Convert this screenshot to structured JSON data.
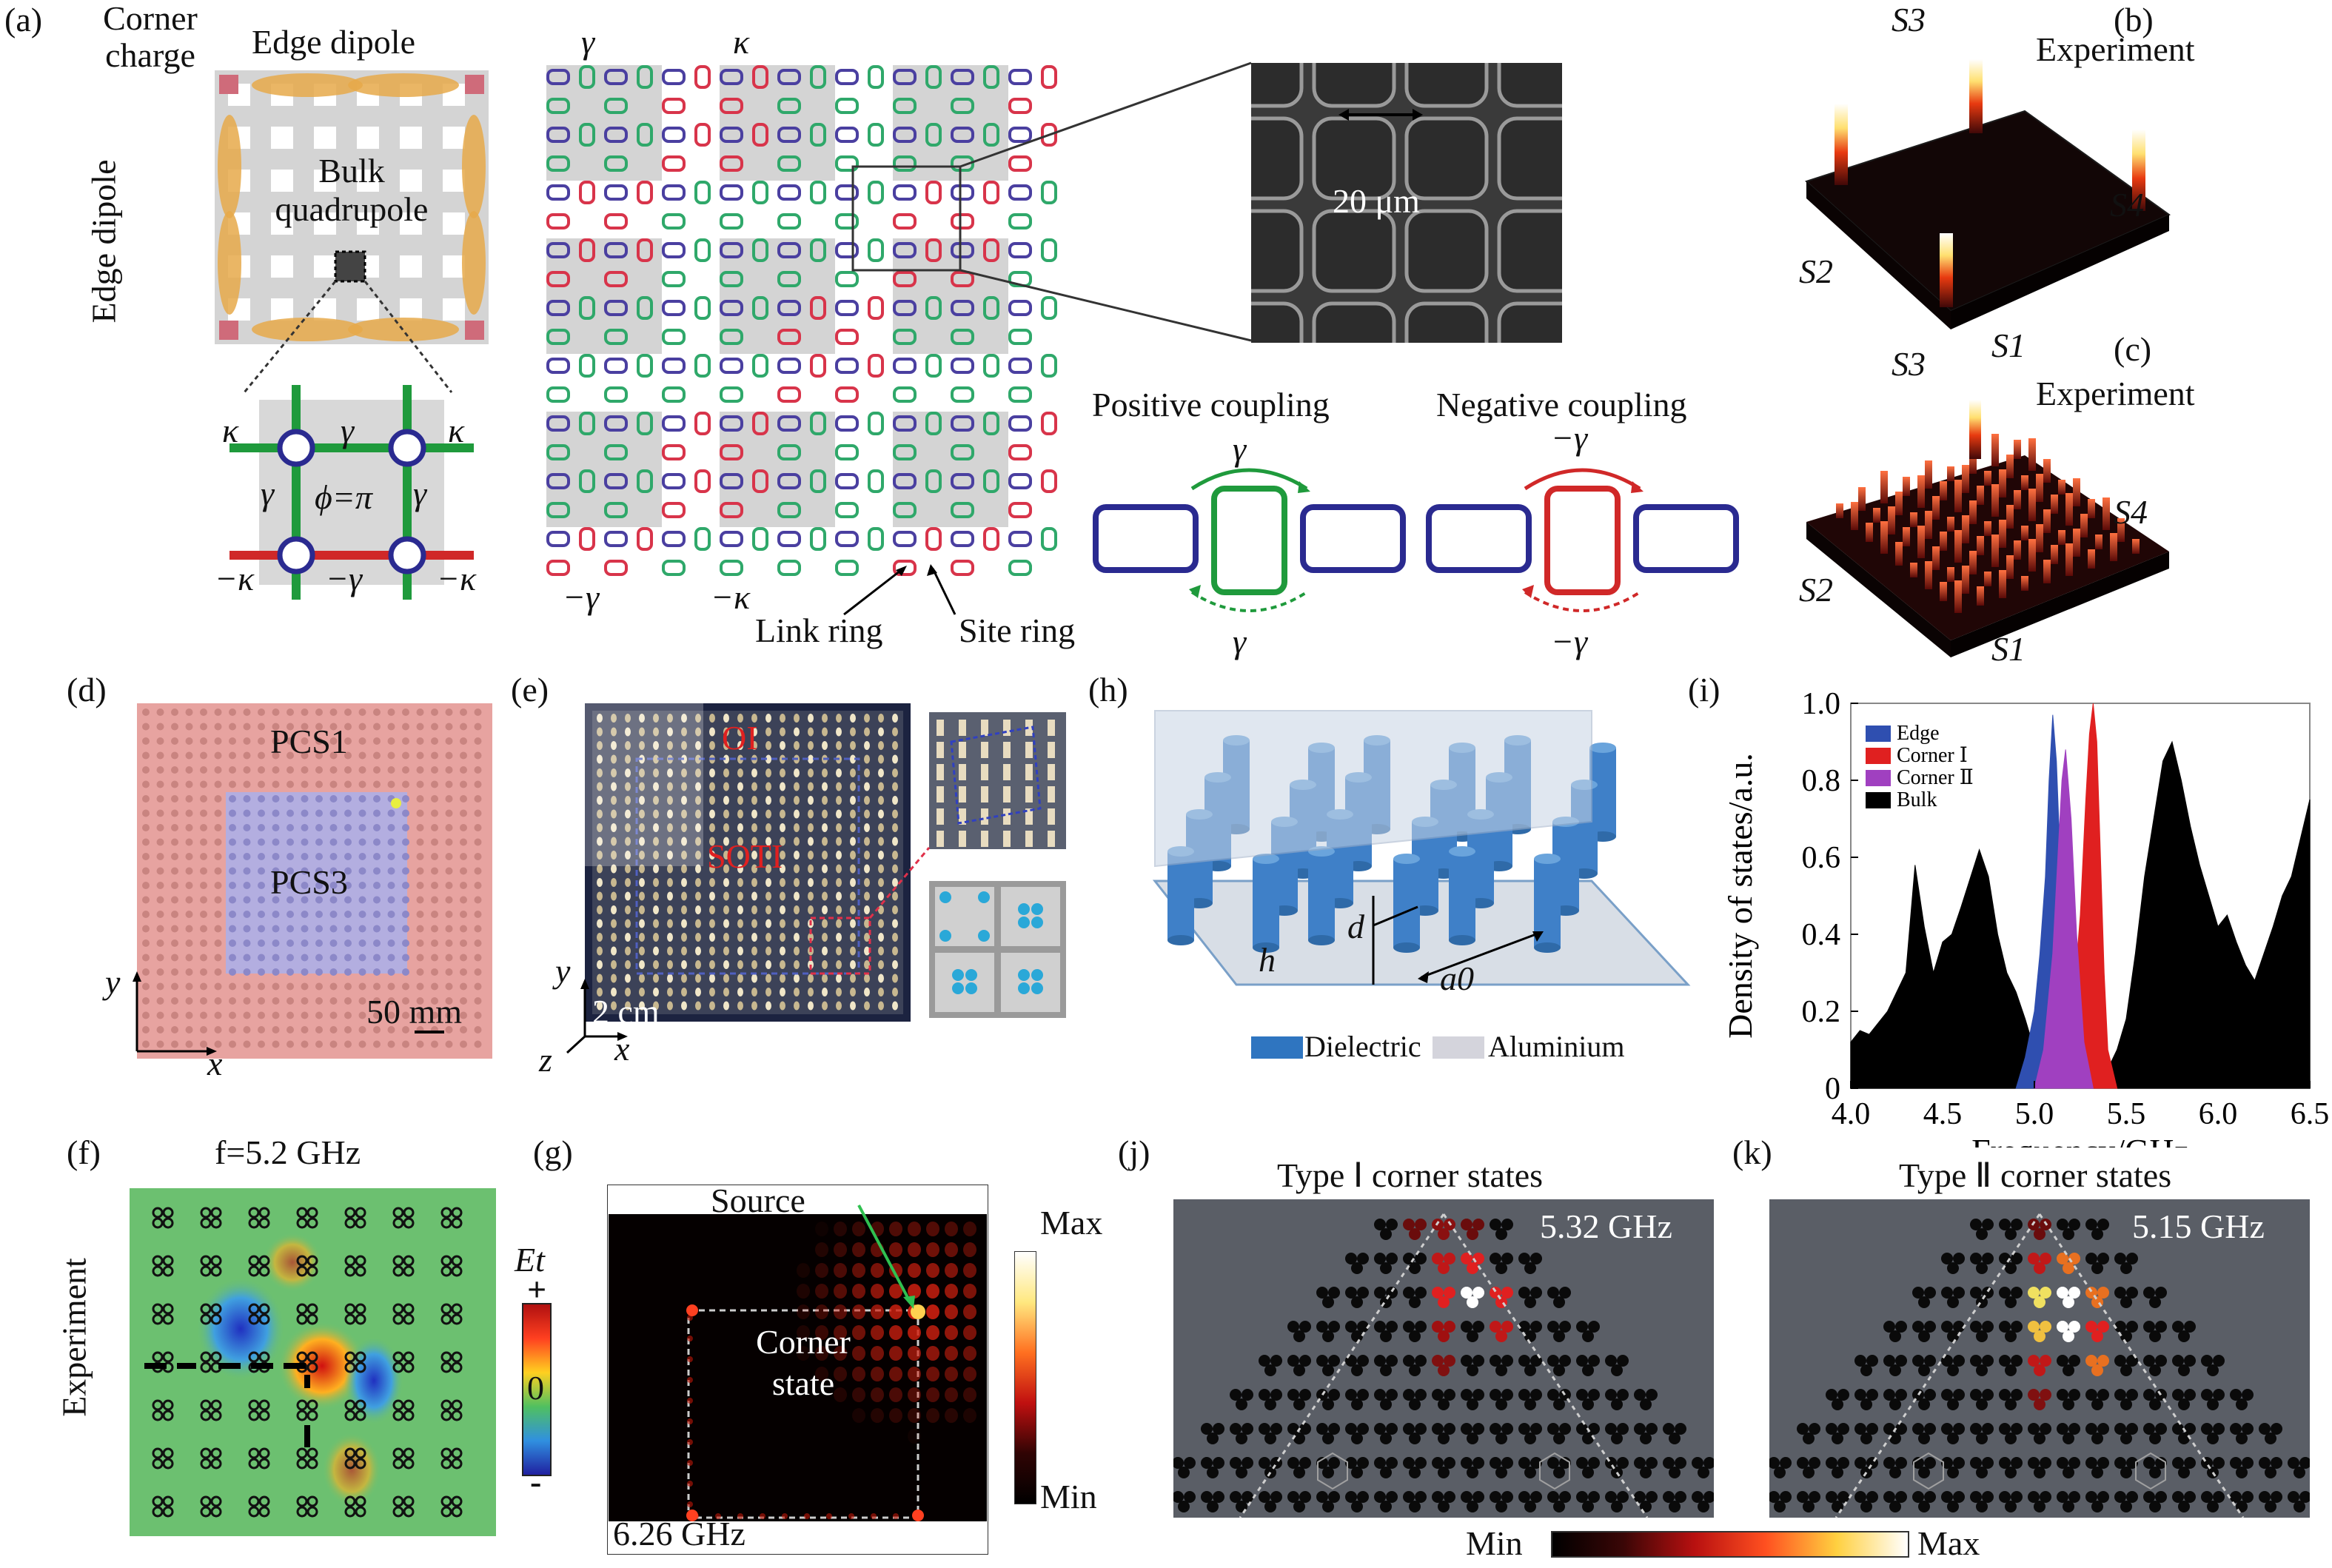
{
  "labels": {
    "a": "(a)",
    "b": "(b)",
    "c": "(c)",
    "d": "(d)",
    "e": "(e)",
    "f": "(f)",
    "g": "(g)",
    "h": "(h)",
    "i": "(i)",
    "j": "(j)",
    "k": "(k)"
  },
  "panel_a": {
    "corner_charge": "Corner charge",
    "edge_dipole_top": "Edge dipole",
    "edge_dipole_left": "Edge dipole",
    "bulk": "Bulk quadrupole",
    "kappa": "κ",
    "gamma": "γ",
    "phi": "ϕ=π",
    "neg_kappa": "−κ",
    "neg_gamma": "−γ",
    "scale": "20 μm",
    "link_ring": "Link ring",
    "site_ring": "Site ring",
    "positive_coupling": "Positive coupling",
    "negative_coupling": "Negative coupling"
  },
  "panel_b": {
    "title": "Experiment",
    "s1": "S1",
    "s2": "S2",
    "s3": "S3",
    "s4": "S4"
  },
  "panel_c": {
    "title": "Experiment",
    "s1": "S1",
    "s2": "S2",
    "s3": "S3",
    "s4": "S4"
  },
  "panel_d": {
    "pcs1": "PCS1",
    "pcs3": "PCS3",
    "scale": "50 mm",
    "x": "x",
    "y": "y"
  },
  "panel_e": {
    "oi": "OI",
    "soti": "SOTI",
    "scale": "2 cm",
    "x": "x",
    "y": "y",
    "z": "z"
  },
  "panel_f": {
    "title": "f=5.2 GHz",
    "side": "Experiment",
    "field": "Et",
    "plus": "+",
    "zero": "0",
    "minus": "-"
  },
  "panel_g": {
    "source": "Source",
    "corner": "Corner state",
    "freq": "6.26 GHz",
    "max": "Max",
    "min": "Min"
  },
  "panel_h": {
    "d": "d",
    "h": "h",
    "a0": "a0",
    "dielectric": "Dielectric",
    "aluminium": "Aluminium"
  },
  "panel_j": {
    "title": "Type Ⅰ corner states",
    "freq": "5.32 GHz"
  },
  "panel_k": {
    "title": "Type Ⅱ corner states",
    "freq": "5.15 GHz"
  },
  "colorbar_bottom": {
    "min": "Min",
    "max": "Max"
  },
  "chart_data": {
    "type": "area",
    "xlabel": "Frequency/GHz",
    "ylabel": "Density of states/a.u.",
    "xlim": [
      4.0,
      6.5
    ],
    "ylim": [
      0,
      1.0
    ],
    "xticks": [
      "4.0",
      "4.5",
      "5.0",
      "5.5",
      "6.0",
      "6.5"
    ],
    "yticks": [
      "0",
      "0.2",
      "0.4",
      "0.6",
      "0.8",
      "1.0"
    ],
    "legend_position": "top-left",
    "series": [
      {
        "name": "Edge",
        "color": "#2f4fb0",
        "x": [
          4.9,
          4.95,
          5.0,
          5.03,
          5.06,
          5.08,
          5.1,
          5.12,
          5.14,
          5.16,
          5.18,
          5.2
        ],
        "y": [
          0.0,
          0.08,
          0.2,
          0.35,
          0.55,
          0.8,
          0.97,
          0.85,
          0.6,
          0.35,
          0.12,
          0.0
        ]
      },
      {
        "name": "Corner Ⅰ",
        "color": "#e02020",
        "x": [
          5.15,
          5.2,
          5.25,
          5.28,
          5.3,
          5.32,
          5.34,
          5.36,
          5.38,
          5.4,
          5.45
        ],
        "y": [
          0.0,
          0.15,
          0.45,
          0.75,
          0.92,
          1.0,
          0.9,
          0.6,
          0.3,
          0.1,
          0.0
        ]
      },
      {
        "name": "Corner Ⅱ",
        "color": "#a040c0",
        "x": [
          5.0,
          5.05,
          5.1,
          5.13,
          5.15,
          5.17,
          5.2,
          5.23,
          5.27,
          5.32
        ],
        "y": [
          0.0,
          0.1,
          0.35,
          0.62,
          0.8,
          0.88,
          0.7,
          0.4,
          0.12,
          0.0
        ]
      },
      {
        "name": "Bulk",
        "color": "#000000",
        "x": [
          4.0,
          4.05,
          4.1,
          4.2,
          4.3,
          4.35,
          4.4,
          4.45,
          4.5,
          4.55,
          4.6,
          4.7,
          4.75,
          4.8,
          4.85,
          4.9,
          4.95,
          5.0,
          5.05,
          5.1,
          5.2,
          5.3,
          5.4,
          5.45,
          5.5,
          5.55,
          5.6,
          5.65,
          5.7,
          5.75,
          5.8,
          5.85,
          5.9,
          5.95,
          6.0,
          6.05,
          6.1,
          6.15,
          6.2,
          6.25,
          6.3,
          6.35,
          6.4,
          6.45,
          6.5
        ],
        "y": [
          0.12,
          0.15,
          0.14,
          0.2,
          0.3,
          0.58,
          0.42,
          0.3,
          0.38,
          0.4,
          0.47,
          0.62,
          0.55,
          0.4,
          0.3,
          0.25,
          0.18,
          0.1,
          0.05,
          0.02,
          0.01,
          0.02,
          0.05,
          0.1,
          0.18,
          0.35,
          0.55,
          0.7,
          0.85,
          0.9,
          0.8,
          0.68,
          0.58,
          0.5,
          0.42,
          0.45,
          0.38,
          0.32,
          0.28,
          0.35,
          0.42,
          0.5,
          0.55,
          0.65,
          0.75
        ]
      }
    ]
  }
}
